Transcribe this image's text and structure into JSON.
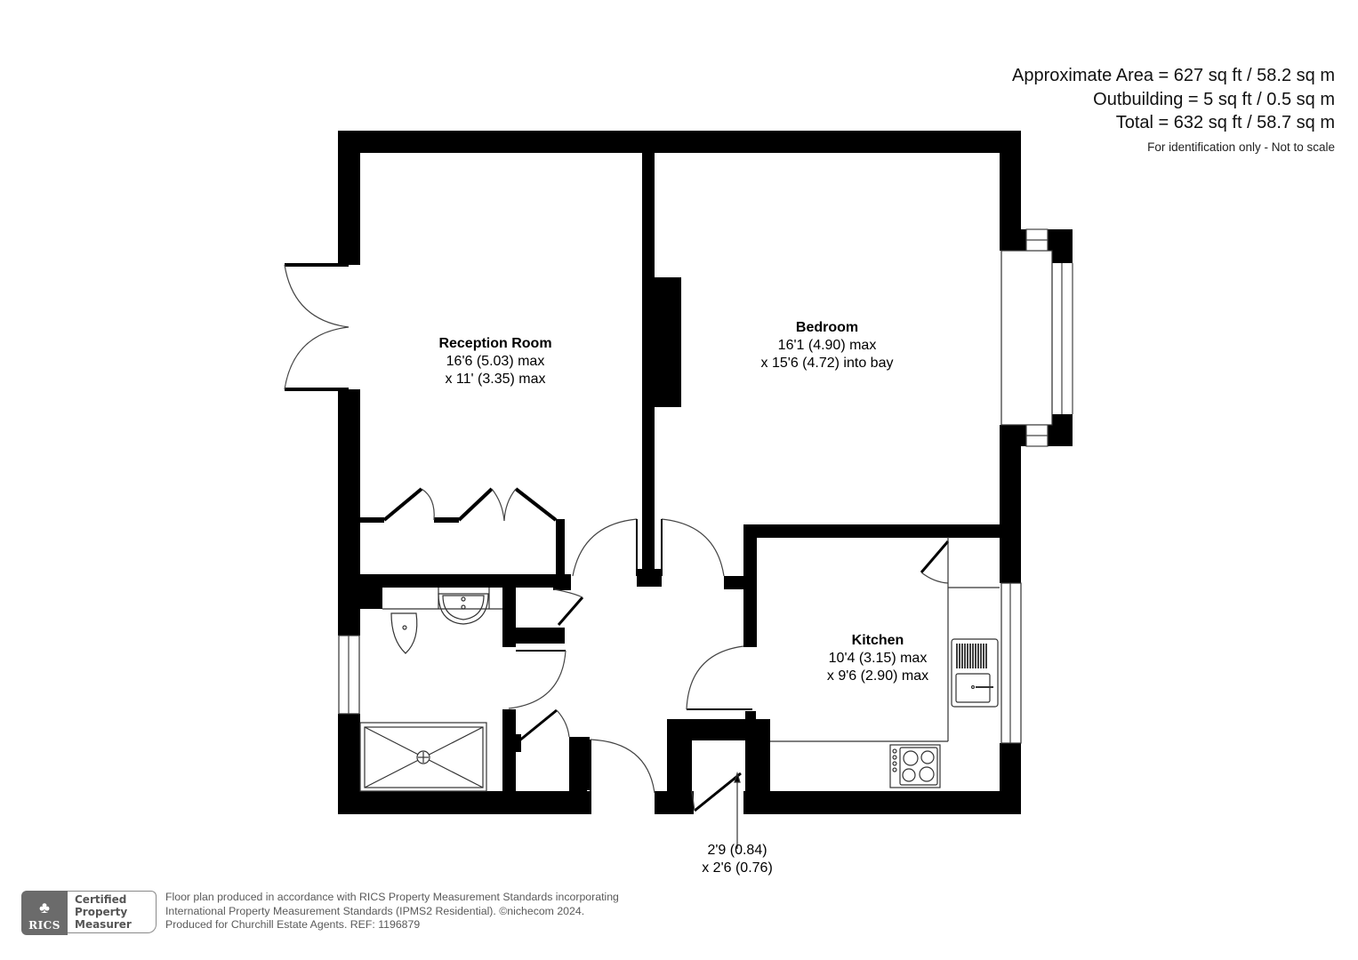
{
  "area_summary": {
    "approximate_area": "Approximate Area = 627 sq ft / 58.2 sq m",
    "outbuilding": "Outbuilding = 5 sq ft / 0.5 sq m",
    "total": "Total = 632 sq ft / 58.7 sq m",
    "disclaimer": "For identification only - Not to scale"
  },
  "rooms": [
    {
      "name": "Reception Room",
      "dim1": "16'6 (5.03) max",
      "dim2": "x 11' (3.35) max"
    },
    {
      "name": "Bedroom",
      "dim1": "16'1 (4.90) max",
      "dim2": "x 15'6 (4.72) into bay"
    },
    {
      "name": "Kitchen",
      "dim1": "10'4 (3.15) max",
      "dim2": "x 9'6 (2.90) max"
    }
  ],
  "outbuilding_dims": {
    "dim1": "2'9 (0.84)",
    "dim2": "x 2'6 (0.76)"
  },
  "footer": {
    "badge_org": "RICS",
    "badge_line1": "Certified",
    "badge_line2": "Property",
    "badge_line3": "Measurer",
    "line1": "Floor plan produced in accordance with RICS Property Measurement Standards incorporating",
    "line2": "International Property Measurement Standards (IPMS2 Residential).   ©nichecom 2024.",
    "line3": "Produced for Churchill Estate Agents.   REF: 1196879"
  },
  "colors": {
    "wall": "#000000",
    "fixture_line": "#333333",
    "footer_grey": "#6b6b6b"
  }
}
